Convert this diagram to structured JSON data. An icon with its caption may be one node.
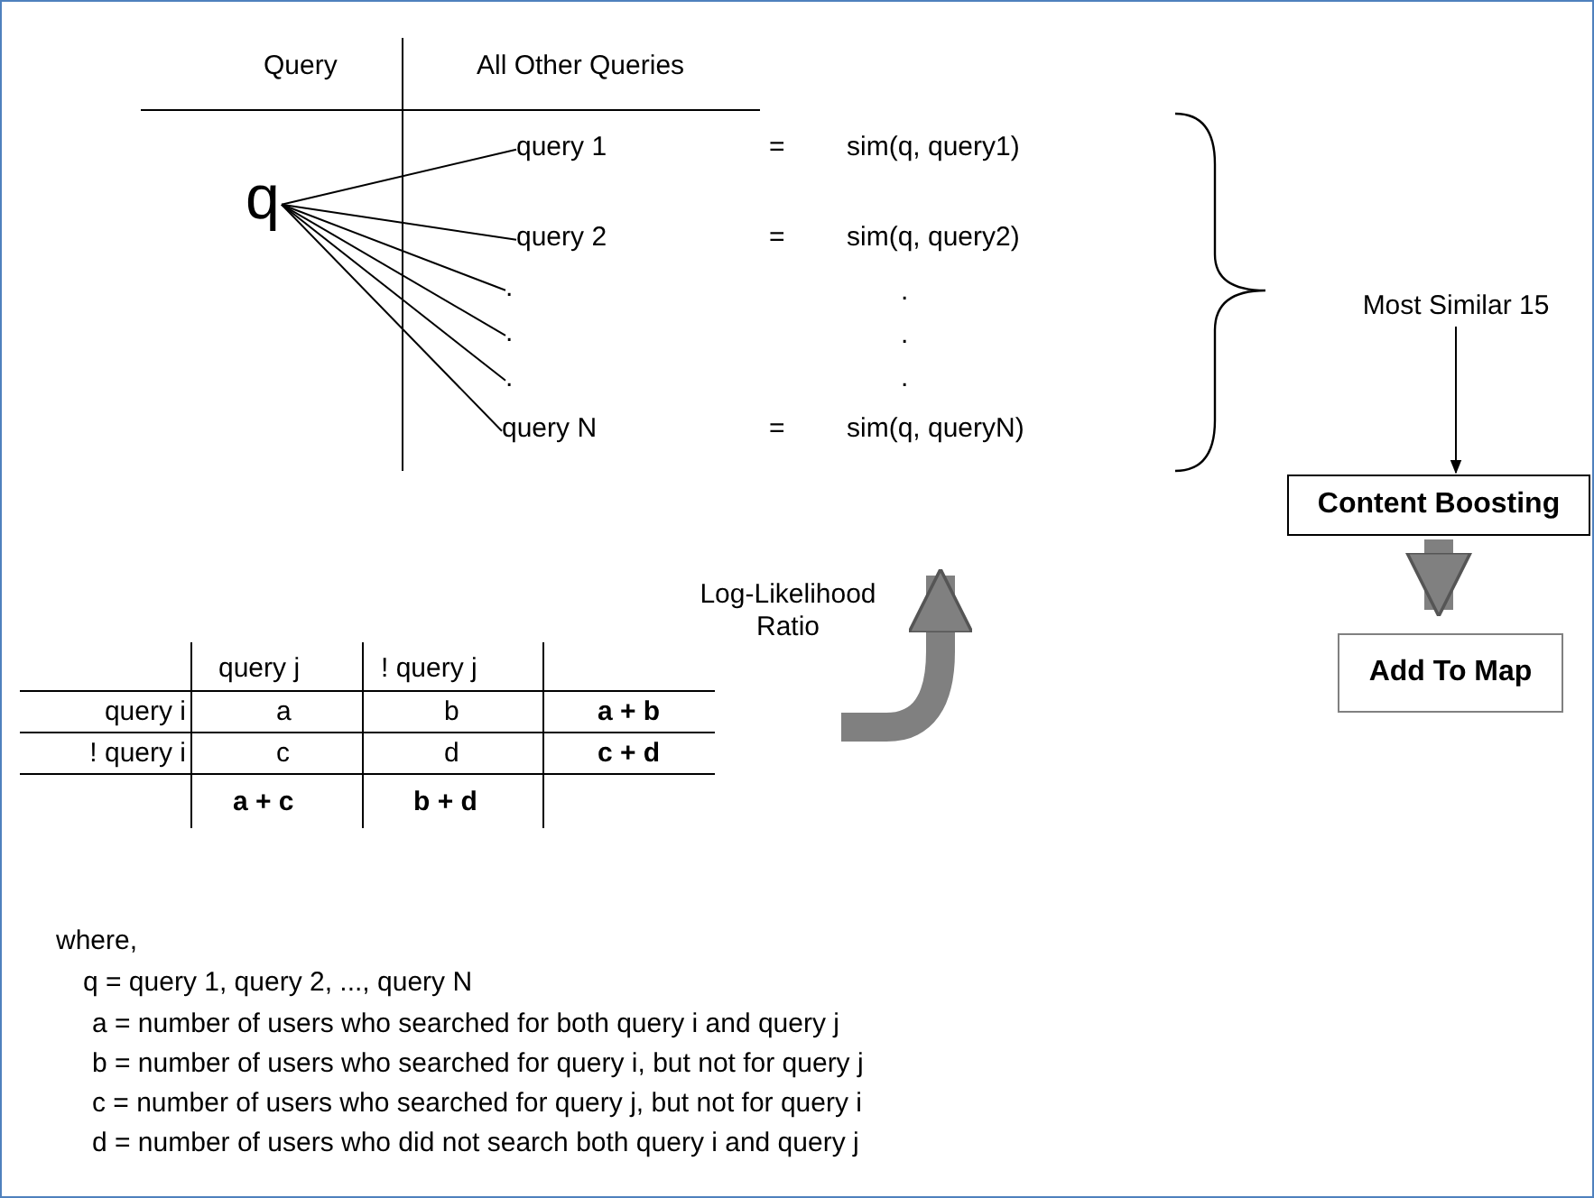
{
  "diagram": {
    "nodes": [
      {
        "text": [
          "q"
        ]
      },
      {
        "text": [
          "query 1"
        ]
      },
      {
        "text": [
          "query 2"
        ]
      },
      {
        "text": [
          "."
        ]
      },
      {
        "text": [
          "."
        ]
      },
      {
        "text": [
          "."
        ]
      },
      {
        "text": [
          "query N"
        ]
      },
      {
        "text": [
          "Most Similar 15"
        ]
      },
      {
        "text": [
          "Content Boosting"
        ]
      },
      {
        "text": [
          "Add To Map"
        ]
      }
    ],
    "edges": [
      {
        "from": 0,
        "to": 1,
        "arrow": "none"
      },
      {
        "from": 0,
        "to": 2,
        "arrow": "none"
      },
      {
        "from": 0,
        "to": 3,
        "arrow": "none"
      },
      {
        "from": 0,
        "to": 4,
        "arrow": "none"
      },
      {
        "from": 0,
        "to": 5,
        "arrow": "none"
      },
      {
        "from": 0,
        "to": 6,
        "arrow": "none"
      },
      {
        "from": 7,
        "to": 8,
        "arrow": "to"
      },
      {
        "from": 8,
        "to": 9,
        "arrow": "to",
        "style": "thick",
        "color": "#808080"
      }
    ],
    "labels": [
      "Query",
      "All Other Queries",
      "=",
      "sim(q, query1)",
      "=",
      "sim(q, query2)",
      ".",
      ".",
      ".",
      "=",
      "sim(q, queryN)",
      "Log-Likelihood Ratio",
      "query j",
      "! query j",
      "query i",
      "a",
      "b",
      "a + b",
      "! query i",
      "c",
      "d",
      "c + d",
      "a + c",
      "b + d",
      "where,",
      "q = query 1, query 2, ..., query N",
      "a = number of users who searched for both query i and query j",
      "b = number of users who searched for query i, but not for query j",
      "c = number of users who searched for query j, but not for query i",
      "d = number of users who did not search both query i and query j"
    ]
  }
}
